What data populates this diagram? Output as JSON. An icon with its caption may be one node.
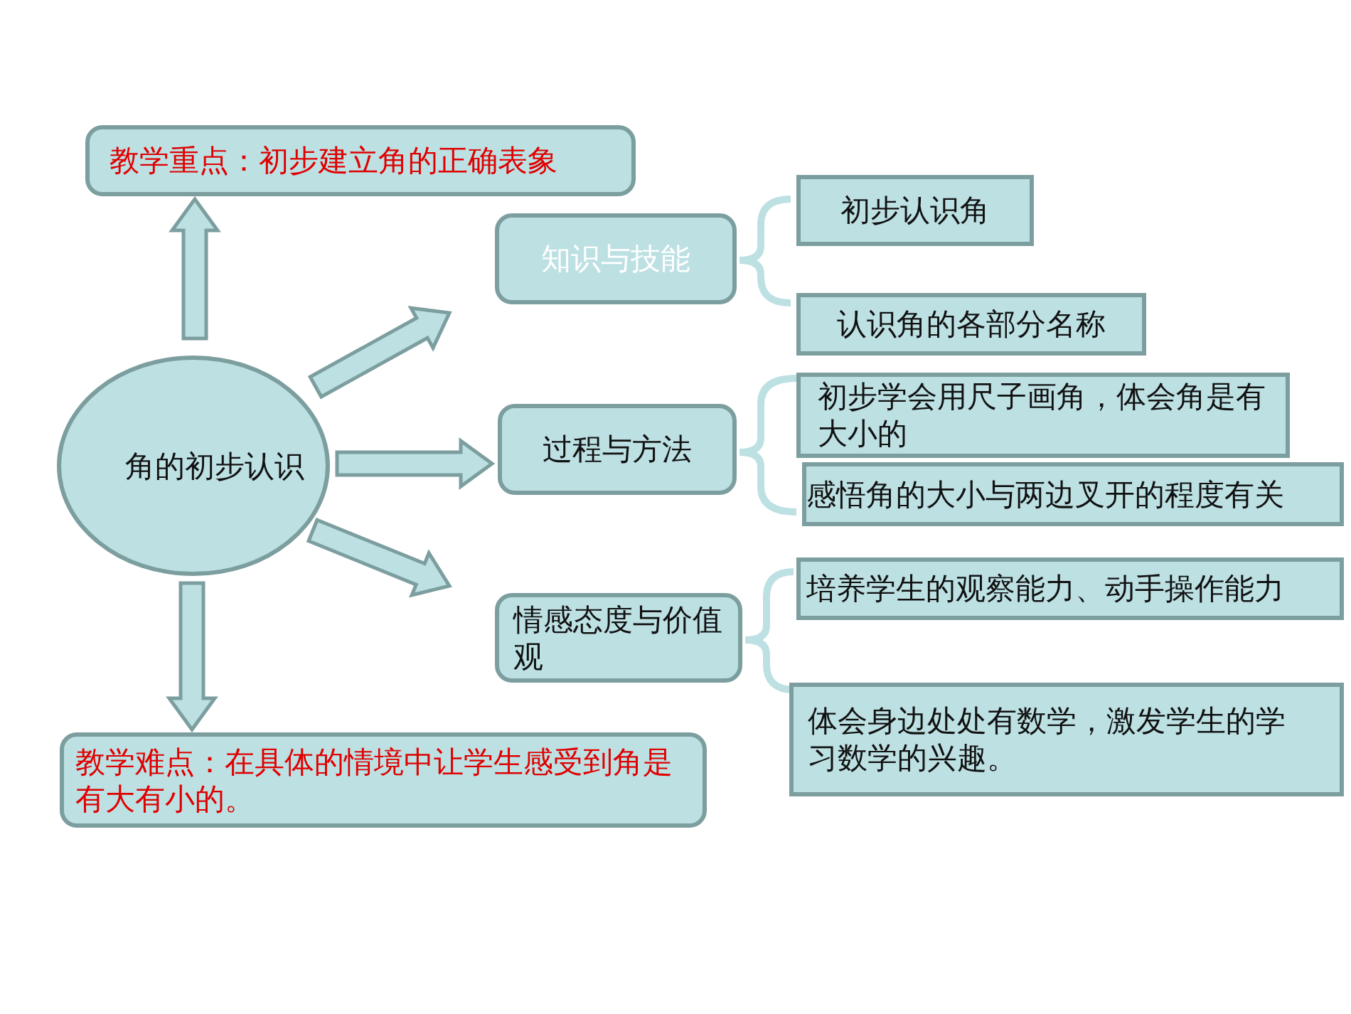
{
  "diagram": {
    "nodes": [
      {
        "text": [
          "角的初步认识"
        ]
      },
      {
        "text": [
          "教学重点：初步建立角的正确表象"
        ]
      },
      {
        "text": [
          "教学难点：在具体的情境中让学生感受到角是有大有小的。"
        ]
      },
      {
        "text": [
          "知识与技能"
        ]
      },
      {
        "text": [
          "过程与方法"
        ]
      },
      {
        "text": [
          "情感态度与价值观"
        ]
      },
      {
        "text": [
          "初步认识角"
        ]
      },
      {
        "text": [
          "认识角的各部分名称"
        ]
      },
      {
        "text": [
          "初步学会用尺子画角，体会角是有大小的"
        ]
      },
      {
        "text": [
          "感悟角的大小与两边叉开的程度有关"
        ]
      },
      {
        "text": [
          "培养学生的观察能力、动手操作能力"
        ]
      },
      {
        "text": [
          "体会身边处处有数学，激发学生的学习数学的兴趣。"
        ]
      }
    ],
    "edges": [
      {
        "from": 0,
        "to": 1,
        "arrow": "to"
      },
      {
        "from": 0,
        "to": 2,
        "arrow": "to"
      },
      {
        "from": 0,
        "to": 3,
        "arrow": "to"
      },
      {
        "from": 0,
        "to": 4,
        "arrow": "to"
      },
      {
        "from": 0,
        "to": 5,
        "arrow": "to"
      },
      {
        "from": 3,
        "to": 6,
        "arrow": "none"
      },
      {
        "from": 3,
        "to": 7,
        "arrow": "none"
      },
      {
        "from": 4,
        "to": 8,
        "arrow": "none"
      },
      {
        "from": 4,
        "to": 9,
        "arrow": "none"
      },
      {
        "from": 5,
        "to": 10,
        "arrow": "none"
      },
      {
        "from": 5,
        "to": 11,
        "arrow": "none"
      }
    ]
  }
}
